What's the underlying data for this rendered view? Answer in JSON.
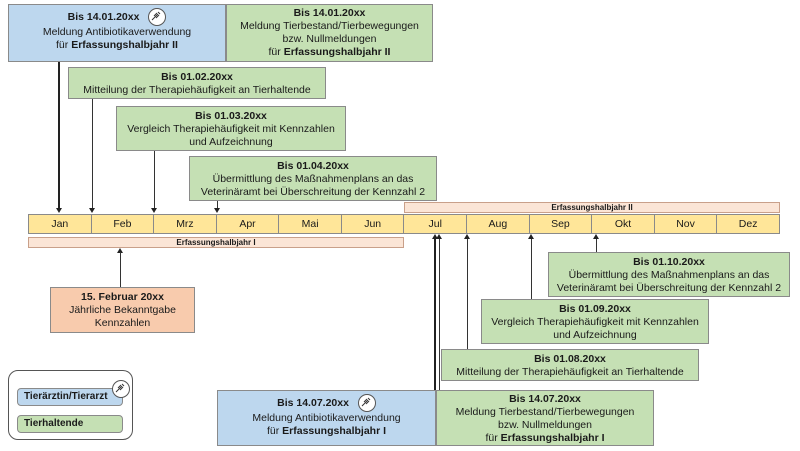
{
  "months": [
    "Jan",
    "Feb",
    "Mrz",
    "Apr",
    "Mai",
    "Jun",
    "Jul",
    "Aug",
    "Sep",
    "Okt",
    "Nov",
    "Dez"
  ],
  "halfyear_1": "Erfassungshalbjahr I",
  "halfyear_2": "Erfassungshalbjahr II",
  "boxes": {
    "b1": {
      "title": "Bis 14.01.20xx",
      "l1": "Meldung Antibiotikaverwendung",
      "l2pre": "für ",
      "l2b": "Erfassungshalbjahr II"
    },
    "b2": {
      "title": "Bis 14.01.20xx",
      "l1": "Meldung Tierbestand/Tierbewegungen",
      "l2": "bzw. Nullmeldungen",
      "l3pre": "für ",
      "l3b": "Erfassungshalbjahr II"
    },
    "b3": {
      "title": "Bis 01.02.20xx",
      "l1": "Mitteilung der Therapiehäufigkeit an Tierhaltende"
    },
    "b4": {
      "title": "Bis 01.03.20xx",
      "l1": "Vergleich Therapiehäufigkeit mit Kennzahlen",
      "l2": "und Aufzeichnung"
    },
    "b5": {
      "title": "Bis 01.04.20xx",
      "l1": "Übermittlung des Maßnahmenplans an das",
      "l2": "Veterinäramt bei Überschreitung der Kennzahl 2"
    },
    "b6": {
      "title": "15. Februar 20xx",
      "l1": "Jährliche Bekanntgabe",
      "l2": "Kennzahlen"
    },
    "b7": {
      "title": "Bis 01.10.20xx",
      "l1": "Übermittlung des Maßnahmenplans an das",
      "l2": "Veterinäramt bei Überschreitung der Kennzahl 2"
    },
    "b8": {
      "title": "Bis 01.09.20xx",
      "l1": "Vergleich Therapiehäufigkeit mit Kennzahlen",
      "l2": "und Aufzeichnung"
    },
    "b9": {
      "title": "Bis 01.08.20xx",
      "l1": "Mitteilung der Therapiehäufigkeit an Tierhaltende"
    },
    "b10": {
      "title": "Bis 14.07.20xx",
      "l1": "Meldung Antibiotikaverwendung",
      "l2pre": "für ",
      "l2b": "Erfassungshalbjahr I"
    },
    "b11": {
      "title": "Bis 14.07.20xx",
      "l1": "Meldung Tierbestand/Tierbewegungen",
      "l2": "bzw. Nullmeldungen",
      "l3pre": "für ",
      "l3b": "Erfassungshalbjahr I"
    }
  },
  "legend": {
    "vet": "Tierärztin/Tierarzt",
    "keeper": "Tierhaltende"
  },
  "icons": {
    "syringe": "syringe-icon"
  },
  "colors": {
    "vet": "#bdd7ee",
    "keeper": "#c5e0b4",
    "info": "#f8cbad",
    "month": "#ffe699",
    "band": "#fbe5d6"
  }
}
